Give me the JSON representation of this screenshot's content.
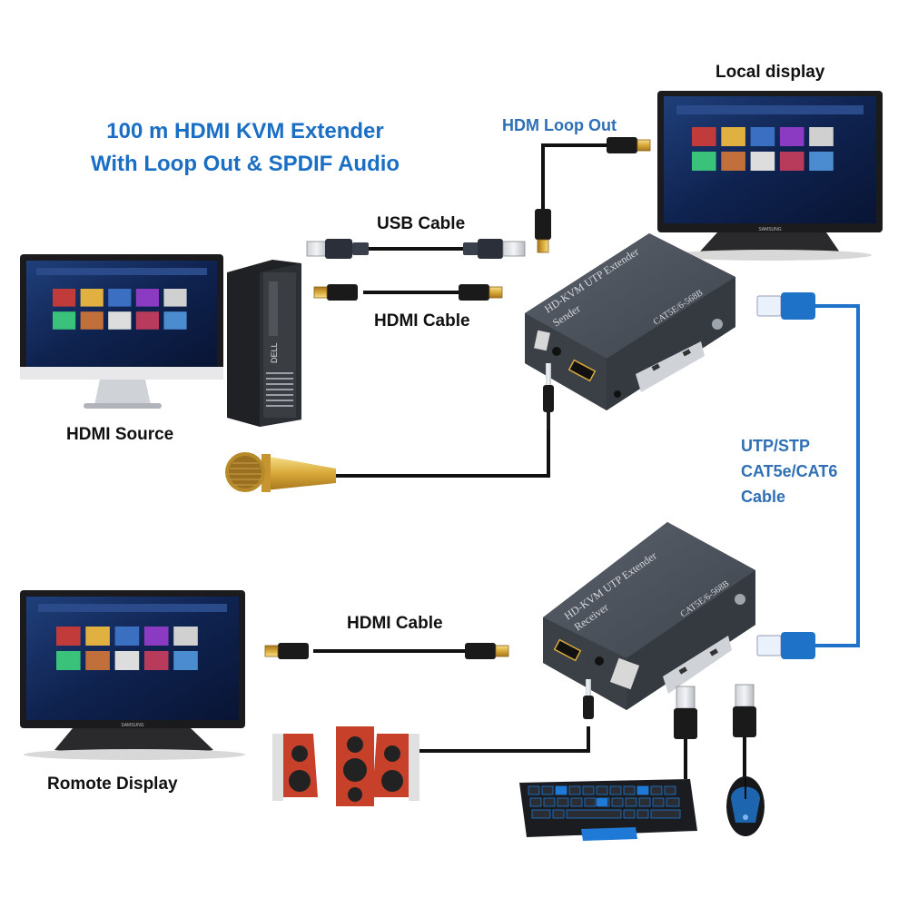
{
  "title": {
    "line1": "100 m HDMI KVM Extender",
    "line2": "With Loop Out & SPDIF Audio"
  },
  "labels": {
    "local_display": "Local display",
    "hdmi_loop_out": "HDM Loop Out",
    "usb_cable": "USB Cable",
    "hdmi_cable_top": "HDMI Cable",
    "hdmi_source": "HDMI Source",
    "utp_line1": "UTP/STP",
    "utp_line2": "CAT5e/CAT6",
    "utp_line3": "Cable",
    "hdmi_cable_bottom": "HDMI Cable",
    "remote_display": "Romote Display"
  },
  "sender": {
    "name_line1": "HD-KVM  UTP Extender",
    "name_line2": "Sender",
    "spec": "CAT5E/6-568B"
  },
  "receiver": {
    "name_line1": "HD-KVM  UTP Extender",
    "name_line2": "Receiver",
    "spec": "CAT5E/6-568B"
  },
  "brands": {
    "pc": "DELL",
    "monitor": "SAMSUNG"
  },
  "icons": [
    "monitor-icon",
    "desktop-pc-icon",
    "hdmi-connector-icon",
    "usb-connector-icon",
    "rj45-connector-icon",
    "microphone-icon",
    "speaker-icon",
    "keyboard-icon",
    "mouse-icon",
    "audio-jack-icon"
  ],
  "colors": {
    "title": "#1a6fc4",
    "label_blue": "#2f6fb5",
    "network_cable": "#1e73c8",
    "device_body": "#4a5058"
  }
}
